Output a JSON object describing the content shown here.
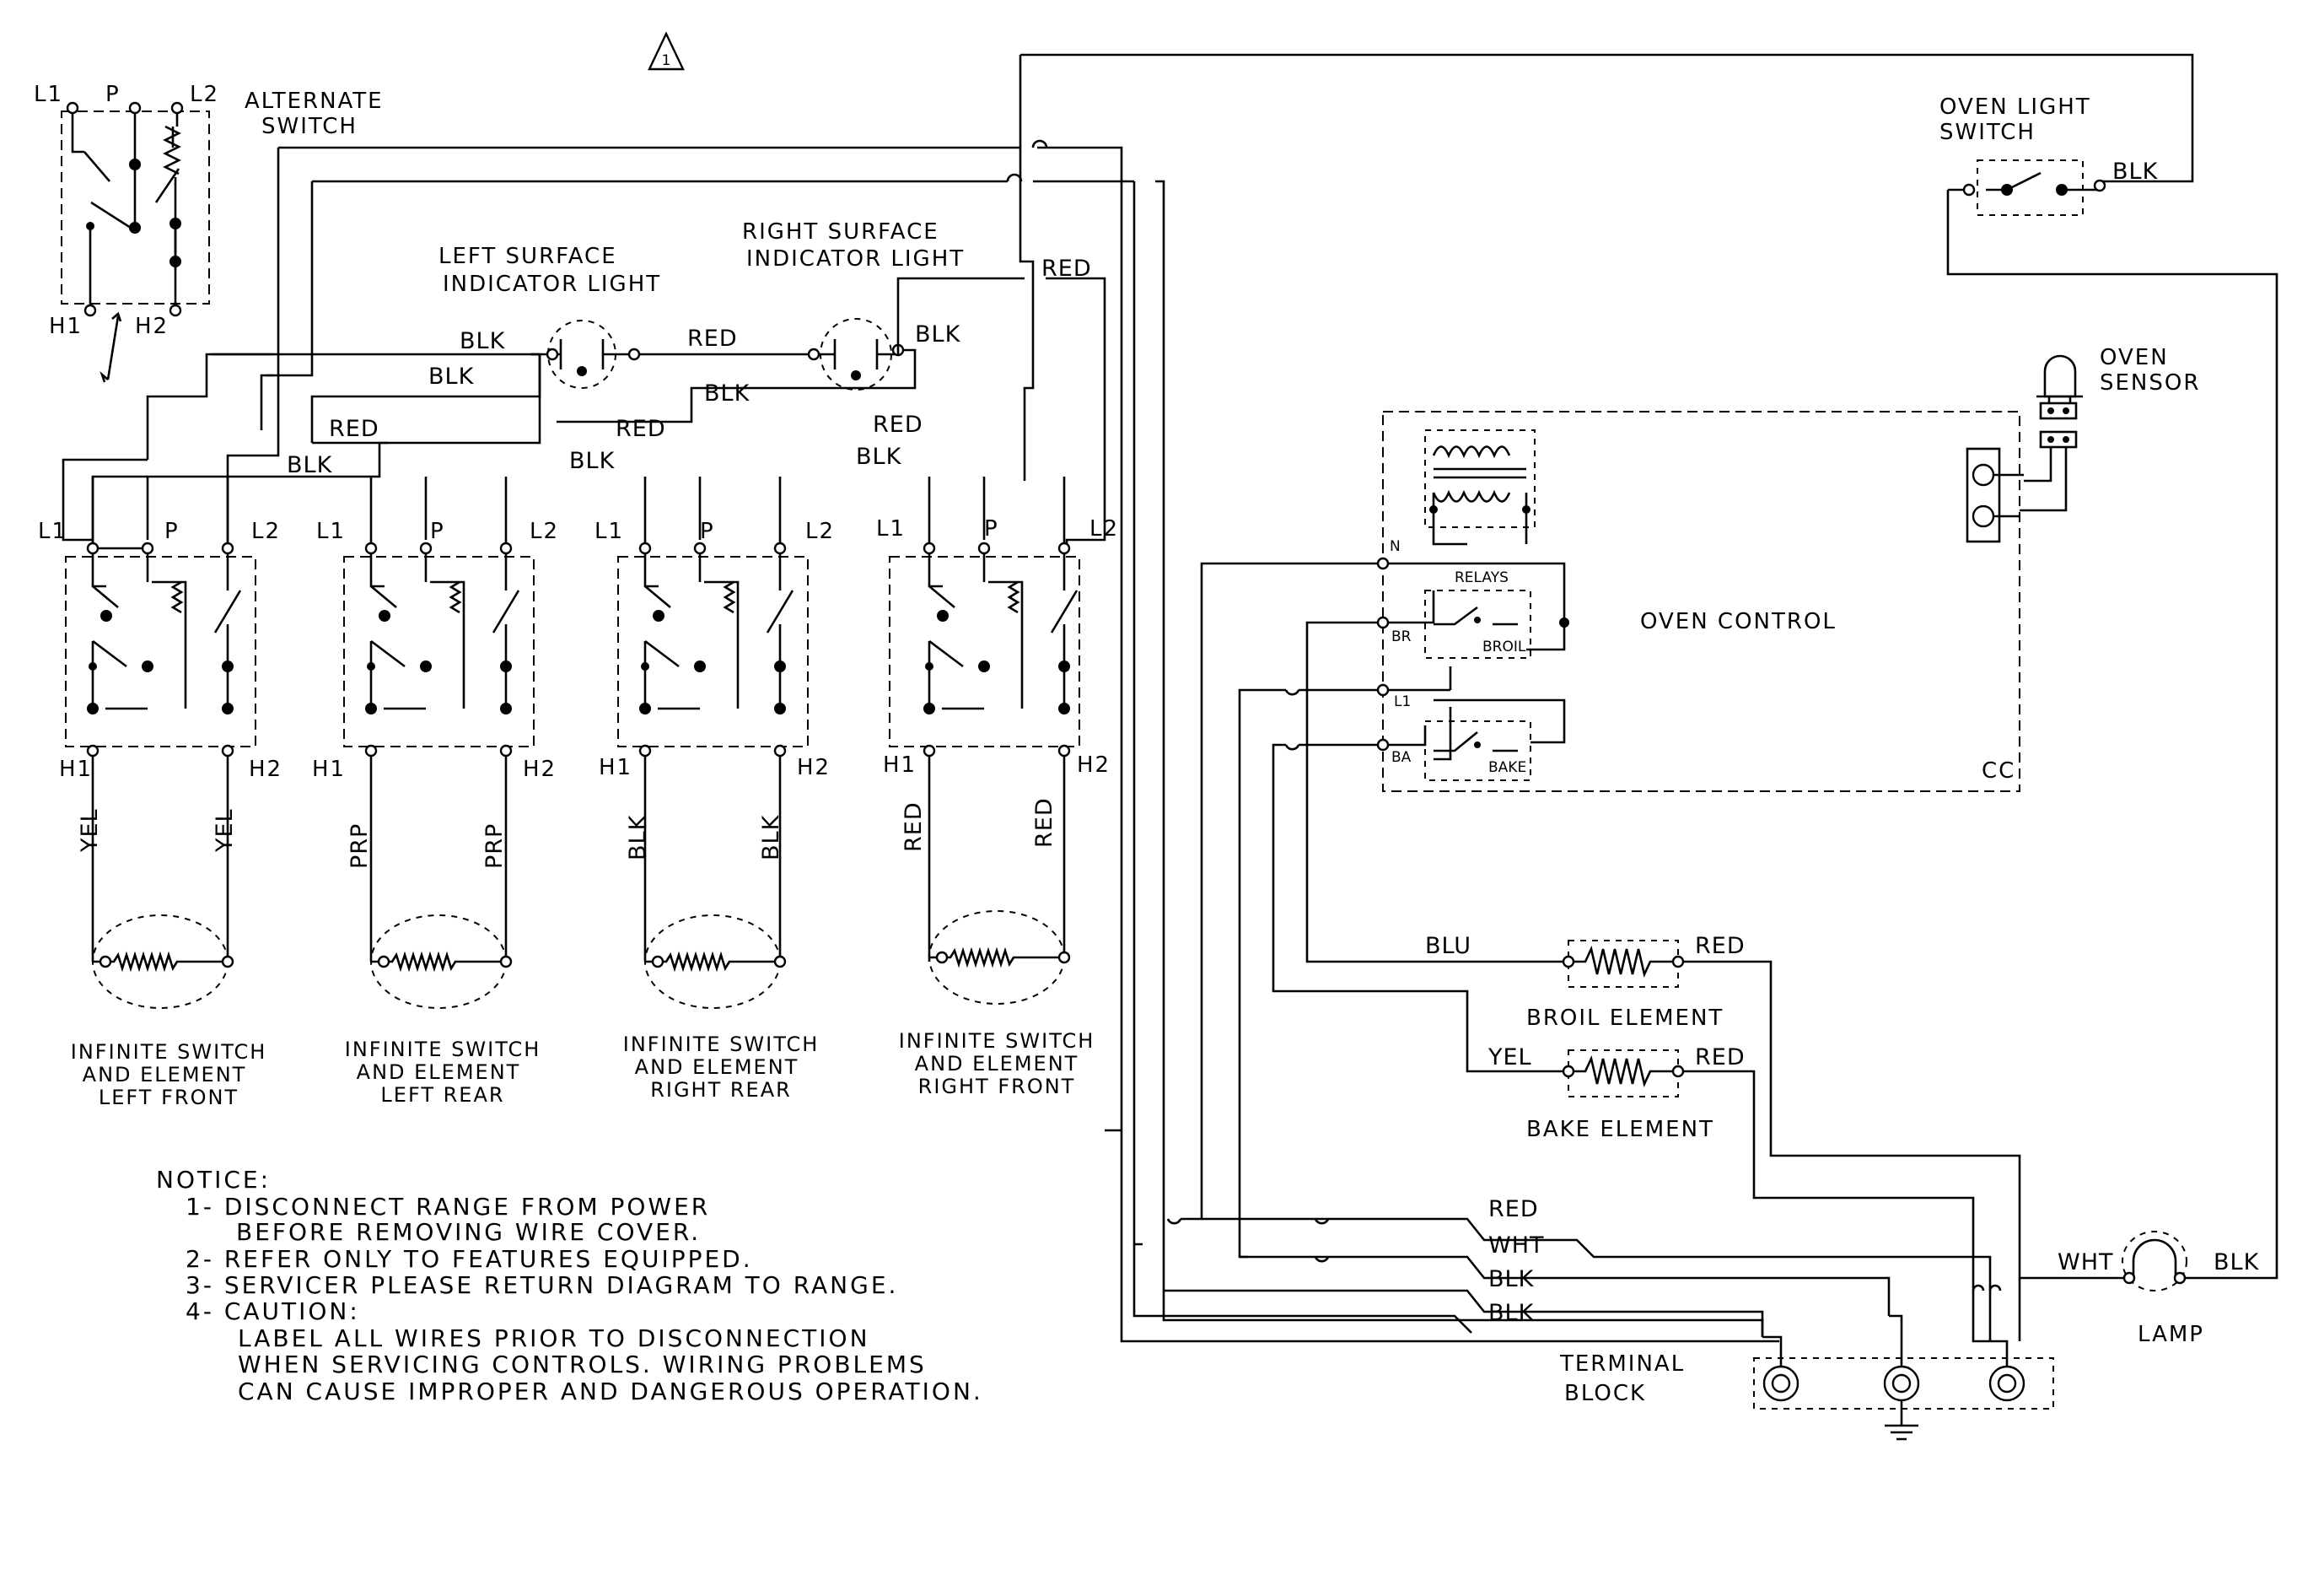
{
  "revision_mark": "1",
  "alternate_switch": {
    "line1": "ALTERNATE",
    "line2": "SWITCH",
    "t_l1": "L1",
    "t_p": "P",
    "t_l2": "L2",
    "t_h1": "H1",
    "t_h2": "H2"
  },
  "left_indicator": {
    "line1": "LEFT SURFACE",
    "line2": "INDICATOR LIGHT"
  },
  "right_indicator": {
    "line1": "RIGHT SURFACE",
    "line2": "INDICATOR LIGHT"
  },
  "wire_labels": {
    "blk": "BLK",
    "red": "RED",
    "yel": "YEL",
    "prp": "PRP",
    "wht": "WHT",
    "blu": "BLU"
  },
  "terminals": {
    "l1": "L1",
    "p": "P",
    "l2": "L2",
    "h1": "H1",
    "h2": "H2"
  },
  "surface_units": [
    {
      "wire": "YEL",
      "line1": "INFINITE SWITCH",
      "line2": "AND ELEMENT",
      "line3": "LEFT FRONT"
    },
    {
      "wire": "PRP",
      "line1": "INFINITE SWITCH",
      "line2": "AND ELEMENT",
      "line3": "LEFT REAR"
    },
    {
      "wire": "BLK",
      "line1": "INFINITE SWITCH",
      "line2": "AND ELEMENT",
      "line3": "RIGHT REAR"
    },
    {
      "wire": "RED",
      "line1": "INFINITE SWITCH",
      "line2": "AND ELEMENT",
      "line3": "RIGHT FRONT"
    }
  ],
  "oven_light_switch": {
    "line1": "OVEN LIGHT",
    "line2": "SWITCH"
  },
  "oven_sensor": {
    "line1": "OVEN",
    "line2": "SENSOR"
  },
  "oven_control": {
    "title": "OVEN CONTROL",
    "relays": "RELAYS",
    "broil": "BROIL",
    "bake": "BAKE",
    "pin_n": "N",
    "pin_br": "BR",
    "pin_l1": "L1",
    "pin_ba": "BA",
    "board": "CC"
  },
  "broil_element": "BROIL ELEMENT",
  "bake_element": "BAKE ELEMENT",
  "terminal_block": {
    "line1": "TERMINAL",
    "line2": "BLOCK"
  },
  "lamp": "LAMP",
  "notice": {
    "title": "NOTICE:",
    "lines": [
      "1- DISCONNECT RANGE FROM POWER",
      "BEFORE REMOVING WIRE COVER.",
      "2- REFER ONLY TO FEATURES EQUIPPED.",
      "3- SERVICER PLEASE RETURN DIAGRAM TO RANGE.",
      "4- CAUTION:",
      "LABEL ALL WIRES PRIOR TO DISCONNECTION",
      "WHEN SERVICING CONTROLS. WIRING PROBLEMS",
      "CAN CAUSE IMPROPER AND DANGEROUS OPERATION."
    ]
  }
}
